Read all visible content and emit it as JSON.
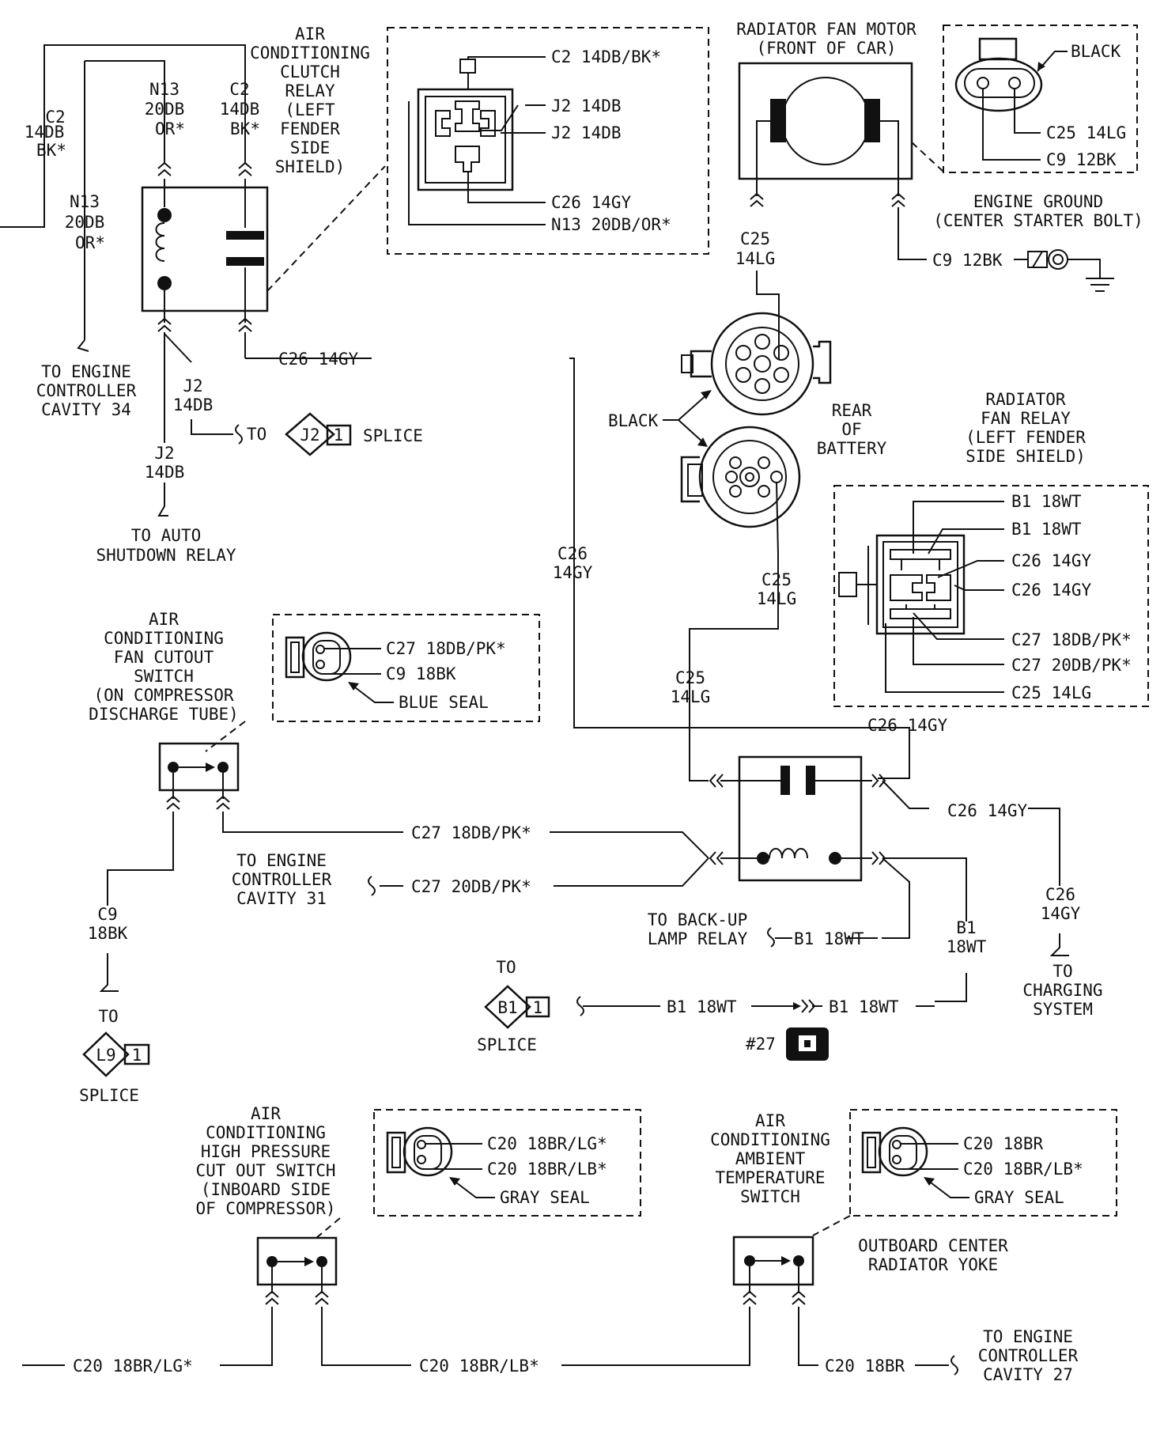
{
  "labels": {
    "ac_clutch_relay": [
      "AIR",
      "CONDITIONING",
      "CLUTCH",
      "RELAY",
      "(LEFT",
      "FENDER",
      "SIDE",
      "SHIELD)"
    ],
    "relay_wires": [
      {
        "l1": "C2",
        "l2": "14DB",
        "l3": "BK*"
      },
      {
        "l1": "N13",
        "l2": "20DB",
        "l3": "OR*"
      },
      {
        "l1": "C2",
        "l2": "14DB",
        "l3": "BK*"
      },
      {
        "l1": "N13",
        "l2": "20DB",
        "l3": "OR*"
      }
    ],
    "clutch_relay_connector": [
      "C2 14DB/BK*",
      "J2 14DB",
      "J2 14DB",
      "C26 14GY",
      "N13 20DB/OR*"
    ],
    "to_engine_controller_34": [
      "TO ENGINE",
      "CONTROLLER",
      "CAVITY 34"
    ],
    "j2_wire": [
      "J2",
      "14DB"
    ],
    "j2_wire_b": [
      "J2",
      "14DB"
    ],
    "to": "TO",
    "j2_splice": {
      "id": "J2",
      "pin": "1",
      "text": "SPLICE"
    },
    "to_auto_shutdown": [
      "TO AUTO",
      "SHUTDOWN RELAY"
    ],
    "c26_14gy": "C26 14GY",
    "c26_vertical": [
      "C26",
      "14GY"
    ],
    "radiator_fan_motor": [
      "RADIATOR FAN MOTOR",
      "(FRONT OF CAR)"
    ],
    "fan_connector": [
      "BLACK",
      "C25 14LG",
      "C9 12BK"
    ],
    "engine_ground": [
      "ENGINE GROUND",
      "(CENTER STARTER BOLT)"
    ],
    "c9_12bk": "C9 12BK",
    "c25_vertical": [
      "C25",
      "14LG"
    ],
    "c25_vertical_b": [
      "C25",
      "14LG"
    ],
    "c25_vertical_c": [
      "C25",
      "14LG"
    ],
    "black": "BLACK",
    "rear_of_battery": [
      "REAR",
      "OF",
      "BATTERY"
    ],
    "radiator_fan_relay": [
      "RADIATOR",
      "FAN RELAY",
      "(LEFT FENDER",
      "SIDE SHIELD)"
    ],
    "fan_relay_connector": [
      "B1 18WT",
      "B1 18WT",
      "C26 14GY",
      "C26 14GY",
      "C27 18DB/PK*",
      "C27 20DB/PK*",
      "C25 14LG"
    ],
    "ac_fan_cutout": [
      "AIR",
      "CONDITIONING",
      "FAN CUTOUT",
      "SWITCH",
      "(ON COMPRESSOR",
      "DISCHARGE TUBE)"
    ],
    "cutout_connector": [
      "C27 18DB/PK*",
      "C9 18BK",
      "BLUE SEAL"
    ],
    "c26_14gy_b": "C26 14GY",
    "c26_14gy_c": "C26 14GY",
    "c26_charging": [
      "C26",
      "14GY"
    ],
    "to_charging": [
      "TO",
      "CHARGING",
      "SYSTEM"
    ],
    "c27_18db": "C27 18DB/PK*",
    "c27_20db": "C27 20DB/PK*",
    "to_engine_controller_31": [
      "TO ENGINE",
      "CONTROLLER",
      "CAVITY 31"
    ],
    "to_backup_lamp": [
      "TO BACK-UP",
      "LAMP RELAY"
    ],
    "b1_18wt": "B1 18WT",
    "b1_vertical": [
      "B1",
      "18WT"
    ],
    "b1_18wt_b": "B1 18WT",
    "b1_18wt_c": "B1 18WT",
    "b1_splice": {
      "id": "B1",
      "pin": "1",
      "text": "SPLICE"
    },
    "to_b": "TO",
    "ref_27": "#27",
    "c9_18bk": [
      "C9",
      "18BK"
    ],
    "to_c": "TO",
    "l9_splice": {
      "id": "L9",
      "pin": "1",
      "text": "SPLICE"
    },
    "ac_high_pressure": [
      "AIR",
      "CONDITIONING",
      "HIGH PRESSURE",
      "CUT OUT SWITCH",
      "(INBOARD SIDE",
      "OF COMPRESSOR)"
    ],
    "high_pressure_connector": [
      "C20 18BR/LG*",
      "C20 18BR/LB*",
      "GRAY SEAL"
    ],
    "ac_ambient": [
      "AIR",
      "CONDITIONING",
      "AMBIENT",
      "TEMPERATURE",
      "SWITCH"
    ],
    "ambient_connector": [
      "C20 18BR",
      "C20 18BR/LB*",
      "GRAY SEAL"
    ],
    "outboard_yoke": [
      "OUTBOARD CENTER",
      "RADIATOR YOKE"
    ],
    "c20_lg": "C20 18BR/LG*",
    "c20_lb": "C20 18BR/LB*",
    "c20_br": "C20 18BR",
    "to_engine_controller_27": [
      "TO ENGINE",
      "CONTROLLER",
      "CAVITY 27"
    ]
  }
}
